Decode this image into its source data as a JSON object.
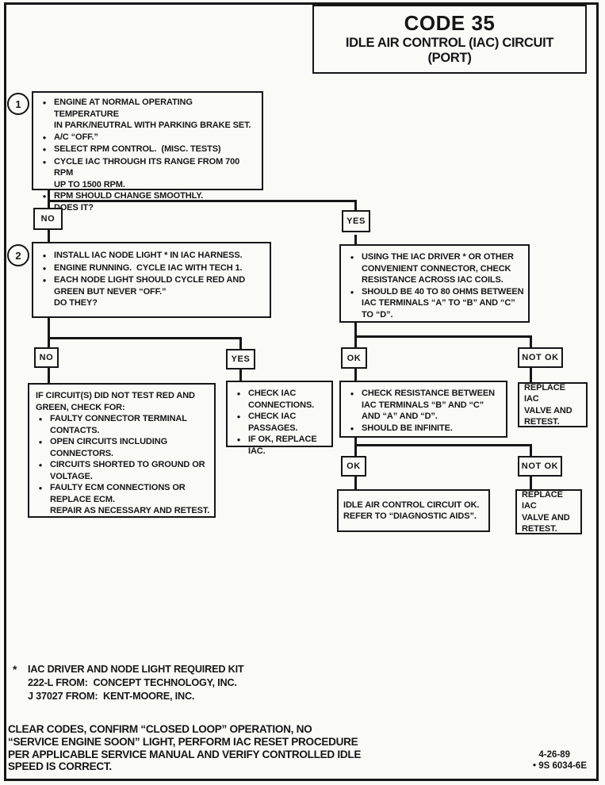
{
  "title": {
    "code": "CODE 35",
    "line1": "IDLE AIR CONTROL (IAC) CIRCUIT",
    "line2": "(PORT)"
  },
  "colors": {
    "ink": "#161616",
    "paper": "#fafaf7"
  },
  "flow": {
    "step1": {
      "number": "1",
      "bullets": [
        "ENGINE AT NORMAL OPERATING TEMPERATURE\nIN PARK/NEUTRAL WITH PARKING BRAKE SET.",
        "A/C “OFF.”",
        "SELECT RPM CONTROL.  (MISC. TESTS)",
        "CYCLE IAC THROUGH ITS RANGE FROM 700 RPM\nUP TO 1500 RPM.",
        "RPM SHOULD CHANGE SMOOTHLY.\nDOES IT?"
      ]
    },
    "step2": {
      "number": "2",
      "bullets": [
        "INSTALL IAC NODE LIGHT * IN IAC HARNESS.",
        "ENGINE RUNNING.  CYCLE IAC WITH TECH 1.",
        "EACH NODE LIGHT SHOULD CYCLE RED AND\nGREEN BUT NEVER “OFF.”\nDO THEY?"
      ]
    },
    "iac_driver": {
      "bullets": [
        "USING THE IAC DRIVER * OR OTHER\nCONVENIENT CONNECTOR, CHECK\nRESISTANCE ACROSS IAC COILS.",
        "SHOULD BE 40 TO 80 OHMS BETWEEN\nIAC TERMINALS “A” TO “B” AND “C”\nTO “D”."
      ]
    },
    "circuit_fail": {
      "header": "IF CIRCUIT(S) DID NOT TEST RED AND\nGREEN, CHECK FOR:",
      "bullets": [
        "FAULTY CONNECTOR TERMINAL\nCONTACTS.",
        "OPEN CIRCUITS INCLUDING\nCONNECTORS.",
        "CIRCUITS SHORTED TO GROUND OR\nVOLTAGE.",
        "FAULTY ECM CONNECTIONS OR\nREPLACE ECM.\nREPAIR AS NECESSARY AND RETEST."
      ]
    },
    "check_iac": {
      "bullets": [
        "CHECK IAC\nCONNECTIONS.",
        "CHECK IAC\nPASSAGES.",
        "IF OK, REPLACE IAC."
      ]
    },
    "check_resistance": {
      "bullets": [
        "CHECK RESISTANCE BETWEEN\nIAC TERMINALS “B” AND “C”\nAND “A” AND “D”.",
        "SHOULD BE INFINITE."
      ]
    },
    "replace_iac_1": {
      "text": "REPLACE IAC\nVALVE AND\nRETEST."
    },
    "idle_ok": {
      "text": "IDLE AIR CONTROL CIRCUIT OK.\nREFER TO “DIAGNOSTIC AIDS”."
    },
    "replace_iac_2": {
      "text": "REPLACE IAC\nVALVE AND\nRETEST."
    }
  },
  "labels": {
    "no1": "NO",
    "yes1": "YES",
    "no2": "NO",
    "yes2": "YES",
    "ok1": "OK",
    "not_ok1": "NOT OK",
    "ok2": "OK",
    "not_ok2": "NOT OK"
  },
  "footnote": {
    "asterisk": "*",
    "lines": [
      "IAC DRIVER AND NODE LIGHT REQUIRED KIT",
      "222-L FROM:  CONCEPT TECHNOLOGY, INC.",
      "J 37027 FROM:  KENT-MOORE, INC."
    ]
  },
  "bottom_note": "CLEAR CODES, CONFIRM “CLOSED LOOP” OPERATION, NO\n“SERVICE ENGINE SOON” LIGHT, PERFORM IAC RESET PROCEDURE\nPER APPLICABLE SERVICE MANUAL AND VERIFY CONTROLLED IDLE\nSPEED IS CORRECT.",
  "doc_ref": {
    "date": "4-26-89",
    "number": "• 9S 6034-6E"
  }
}
